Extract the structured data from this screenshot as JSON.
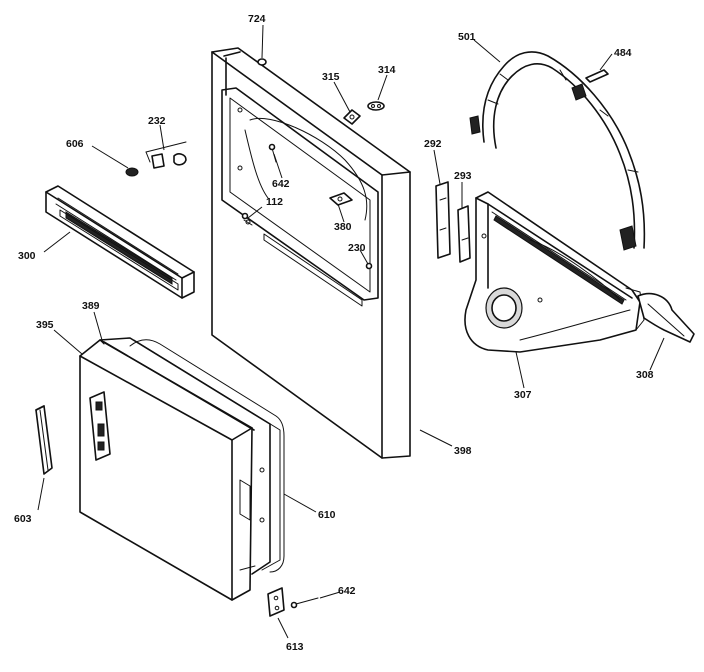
{
  "callouts": {
    "c724": "724",
    "c315": "315",
    "c314": "314",
    "c501": "501",
    "c484": "484",
    "c232": "232",
    "c606": "606",
    "c292": "292",
    "c293": "293",
    "c642a": "642",
    "c112": "112",
    "c380": "380",
    "c230": "230",
    "c300": "300",
    "c389": "389",
    "c395": "395",
    "c307": "307",
    "c308": "308",
    "c398": "398",
    "c603": "603",
    "c610": "610",
    "c642b": "642",
    "c613": "613"
  }
}
